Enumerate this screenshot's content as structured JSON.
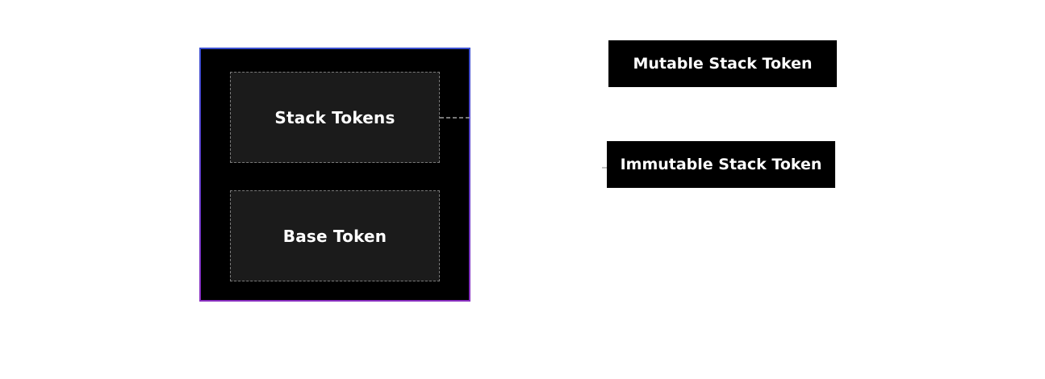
{
  "diagram": {
    "container": {
      "stack_tokens_label": "Stack Tokens",
      "base_token_label": "Base Token"
    },
    "targets": {
      "mutable_label": "Mutable Stack Token",
      "immutable_label": "Immutable Stack Token"
    },
    "colors": {
      "background": "#ffffff",
      "container_fill": "#000000",
      "inner_fill": "#1b1b1b",
      "border_gradient_start": "#3a4fd0",
      "border_gradient_end": "#8a2fc0",
      "label_text": "#ffffff"
    }
  }
}
